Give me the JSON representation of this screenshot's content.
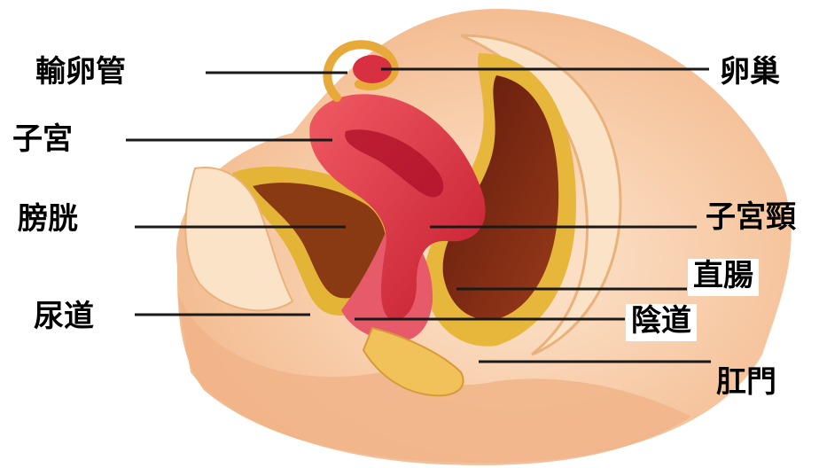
{
  "labels": {
    "fallopian_tube": "輸卵管",
    "ovary": "卵巢",
    "uterus": "子宮",
    "bladder": "膀胱",
    "cervix": "子宮頸",
    "rectum": "直腸",
    "urethra": "尿道",
    "vagina": "陰道",
    "anus": "肛門"
  },
  "colors": {
    "skin": "#f6c9a0",
    "skin_light": "#fbe3c8",
    "uterus": "#d92a3a",
    "uterus_light": "#ef5a63",
    "bladder_outer": "#e3b436",
    "rectum_inner": "#7a2a14",
    "leader_line": "#1a1a1a"
  }
}
